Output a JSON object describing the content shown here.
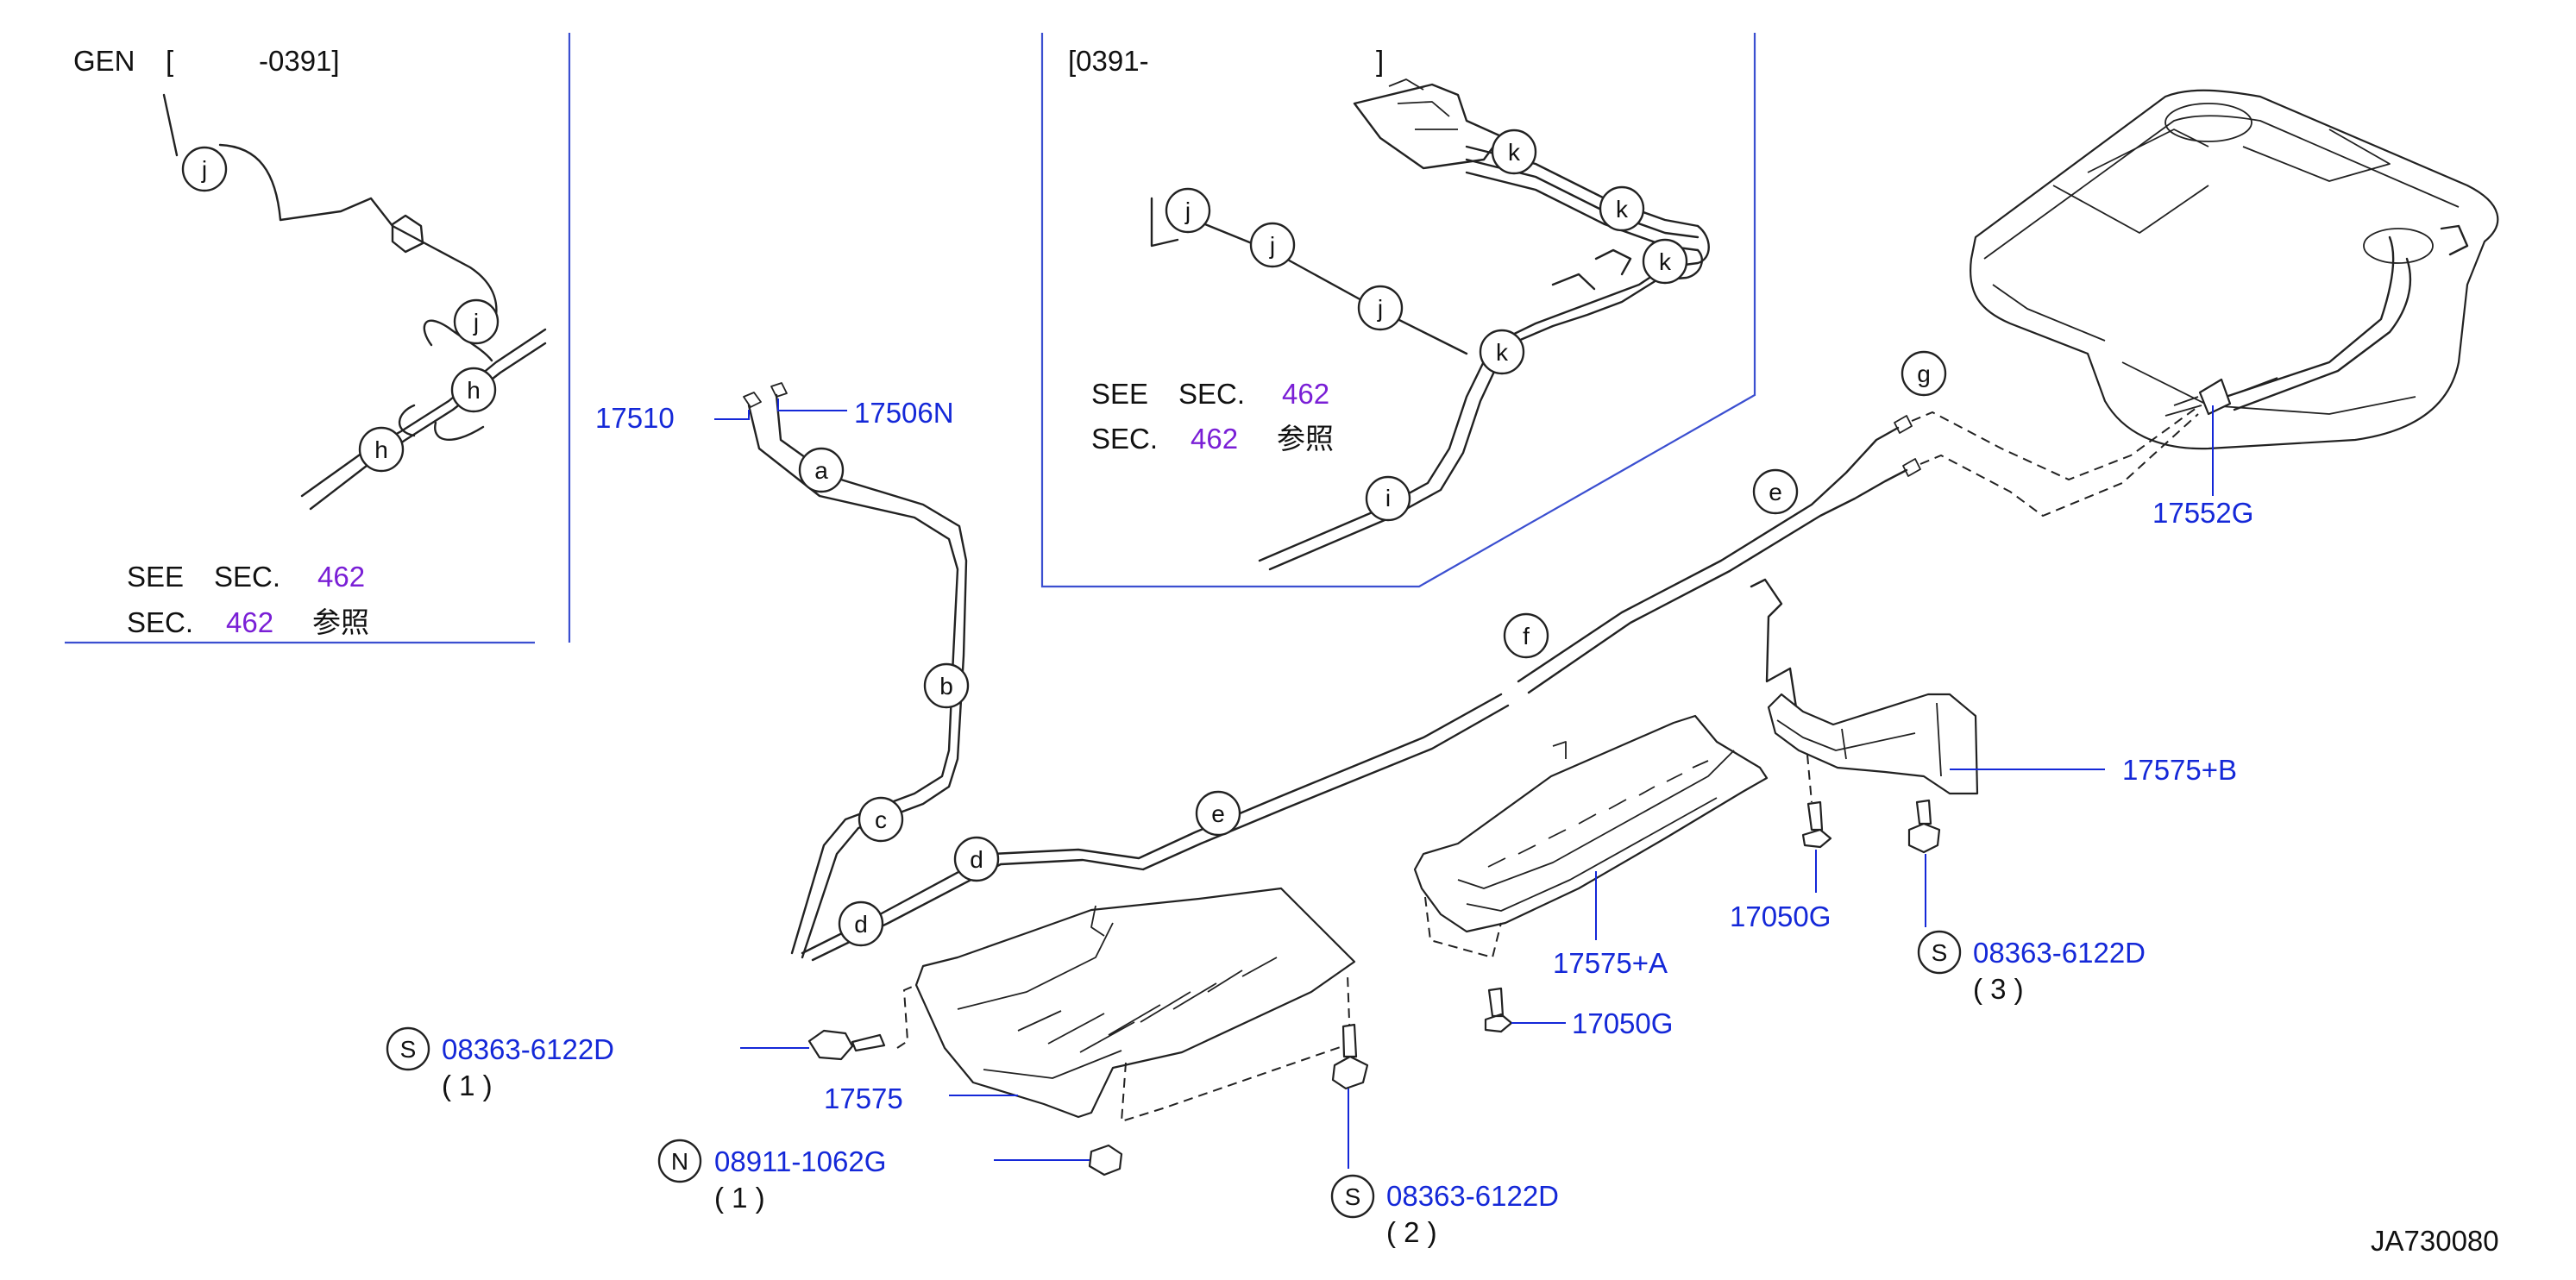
{
  "colors": {
    "part_number": "#1428d8",
    "section_ref": "#7a1fd6",
    "line": "#222222",
    "frame": "#3b4fd0",
    "background": "#ffffff"
  },
  "variant_left": {
    "label": "GEN",
    "bracket_open": "[",
    "range": "-0391]"
  },
  "variant_right": {
    "range_start": "[0391-",
    "bracket_close": "]"
  },
  "see_section": {
    "see": "SEE",
    "sec": "SEC.",
    "number": "462",
    "sec2": "SEC.",
    "ref": "参照"
  },
  "clip_letters": {
    "a": "a",
    "b": "b",
    "c": "c",
    "d": "d",
    "e": "e",
    "f": "f",
    "g": "g",
    "h": "h",
    "i": "i",
    "j": "j",
    "k": "k"
  },
  "parts": {
    "tube_front": "17510",
    "tube_rear": "17506N",
    "joint_tube": "17552G",
    "protector": "17575",
    "protector_a": "17575+A",
    "protector_b": "17575+B",
    "clip": "17050G"
  },
  "fasteners": {
    "bolt_1": {
      "symbol": "S",
      "number": "08363-6122D",
      "qty": "( 1 )"
    },
    "bolt_2": {
      "symbol": "S",
      "number": "08363-6122D",
      "qty": "( 2 )"
    },
    "bolt_3": {
      "symbol": "S",
      "number": "08363-6122D",
      "qty": "( 3 )"
    },
    "nut_1": {
      "symbol": "N",
      "number": "08911-1062G",
      "qty": "( 1 )"
    }
  },
  "diagram_code": "JA730080"
}
